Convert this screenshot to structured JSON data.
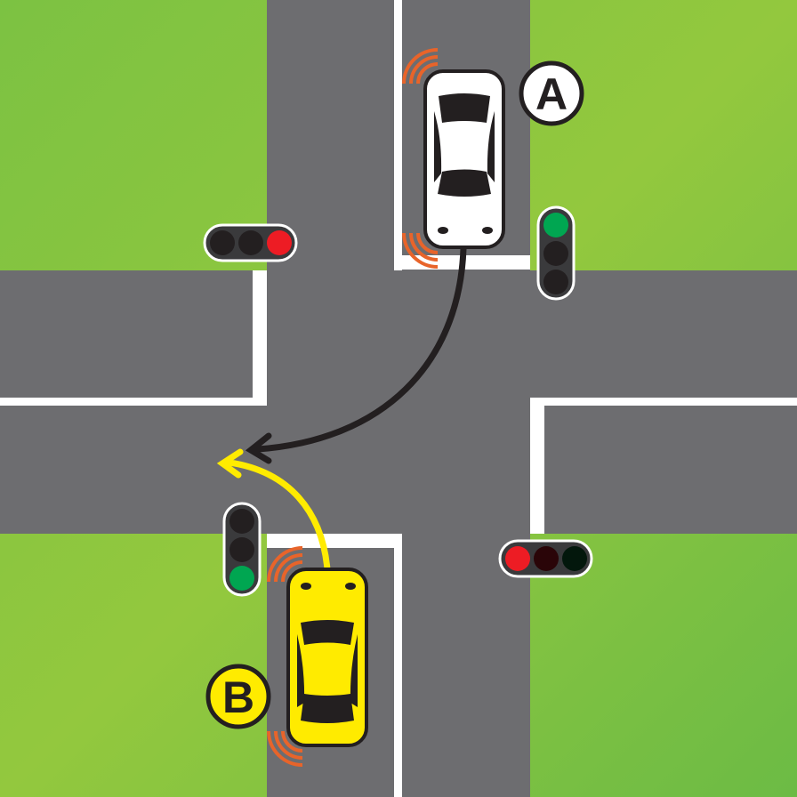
{
  "vehicles": [
    {
      "label": "A",
      "color": "#ffffff",
      "approach": "north",
      "maneuver": "right-turn"
    },
    {
      "label": "B",
      "color": "#ffeb00",
      "approach": "south",
      "maneuver": "left-turn"
    }
  ],
  "traffic_lights": {
    "west": [
      "off",
      "off",
      "red"
    ],
    "north_east": [
      "green",
      "off",
      "off"
    ],
    "south_west": [
      "off",
      "off",
      "green"
    ],
    "east": [
      "red",
      "off",
      "off"
    ]
  },
  "colors": {
    "grass": "#8cc63f",
    "road": "#6d6d70",
    "marking": "#ffffff",
    "sensor": "#e8642a",
    "arrow_a": "#231f20",
    "arrow_b": "#ffeb00",
    "light_red": "#ed1c24",
    "light_green": "#00a651",
    "light_off": "#231f20"
  }
}
